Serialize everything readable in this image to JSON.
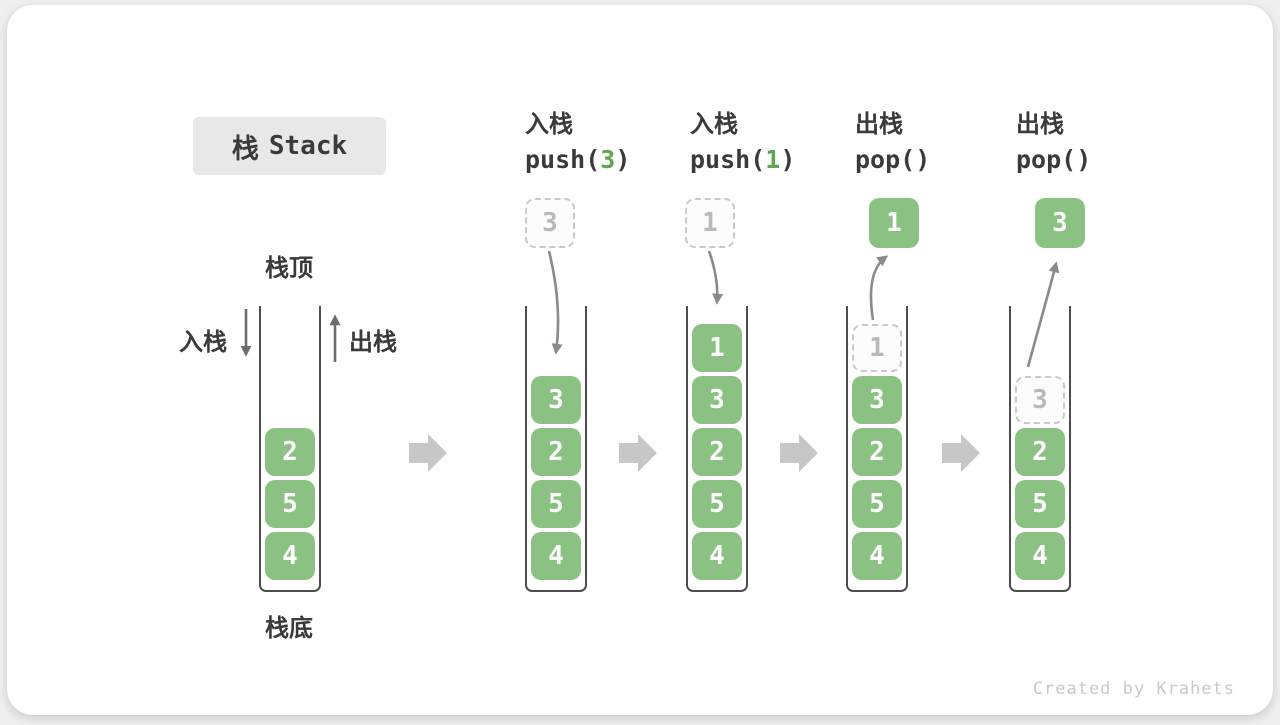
{
  "title": {
    "cn": "栈",
    "en": "Stack"
  },
  "side_labels": {
    "top": "栈顶",
    "bottom": "栈底",
    "push": "入栈",
    "pop": "出栈"
  },
  "footer": {
    "credit": "Created by Krahets"
  },
  "colors": {
    "box_green": "#8cc184",
    "code_green": "#61a651",
    "ghost_border": "#c9c9c9",
    "ghost_text": "#b9b9b9",
    "arrow_gray": "#8a8a8a",
    "dark_arrow": "#6d6d6d",
    "block_arrow_gray": "#c7c7c7",
    "wall_gray": "#4d4d4d",
    "title_bg": "#e8e8e8",
    "text_dark": "#3a3a3a",
    "credit_gray": "#c9c9c9"
  },
  "stages": [
    {
      "name": "initial",
      "stack": [
        {
          "value": "2",
          "type": "solid"
        },
        {
          "value": "5",
          "type": "solid"
        },
        {
          "value": "4",
          "type": "solid"
        }
      ]
    },
    {
      "name": "push-3",
      "label": "入栈",
      "code": {
        "pre": "push(",
        "arg": "3",
        "post": ")"
      },
      "float": {
        "value": "3",
        "type": "ghost"
      },
      "stack": [
        {
          "value": "3",
          "type": "solid"
        },
        {
          "value": "2",
          "type": "solid"
        },
        {
          "value": "5",
          "type": "solid"
        },
        {
          "value": "4",
          "type": "solid"
        }
      ]
    },
    {
      "name": "push-1",
      "label": "入栈",
      "code": {
        "pre": "push(",
        "arg": "1",
        "post": ")"
      },
      "float": {
        "value": "1",
        "type": "ghost"
      },
      "stack": [
        {
          "value": "1",
          "type": "solid"
        },
        {
          "value": "3",
          "type": "solid"
        },
        {
          "value": "2",
          "type": "solid"
        },
        {
          "value": "5",
          "type": "solid"
        },
        {
          "value": "4",
          "type": "solid"
        }
      ]
    },
    {
      "name": "pop-1",
      "label": "出栈",
      "code": {
        "pre": "pop(",
        "arg": "",
        "post": ")"
      },
      "float": {
        "value": "1",
        "type": "solid"
      },
      "stack": [
        {
          "value": "1",
          "type": "ghost"
        },
        {
          "value": "3",
          "type": "solid"
        },
        {
          "value": "2",
          "type": "solid"
        },
        {
          "value": "5",
          "type": "solid"
        },
        {
          "value": "4",
          "type": "solid"
        }
      ]
    },
    {
      "name": "pop-3",
      "label": "出栈",
      "code": {
        "pre": "pop(",
        "arg": "",
        "post": ")"
      },
      "float": {
        "value": "3",
        "type": "solid"
      },
      "stack": [
        {
          "value": "3",
          "type": "ghost"
        },
        {
          "value": "2",
          "type": "solid"
        },
        {
          "value": "5",
          "type": "solid"
        },
        {
          "value": "4",
          "type": "solid"
        }
      ]
    }
  ]
}
